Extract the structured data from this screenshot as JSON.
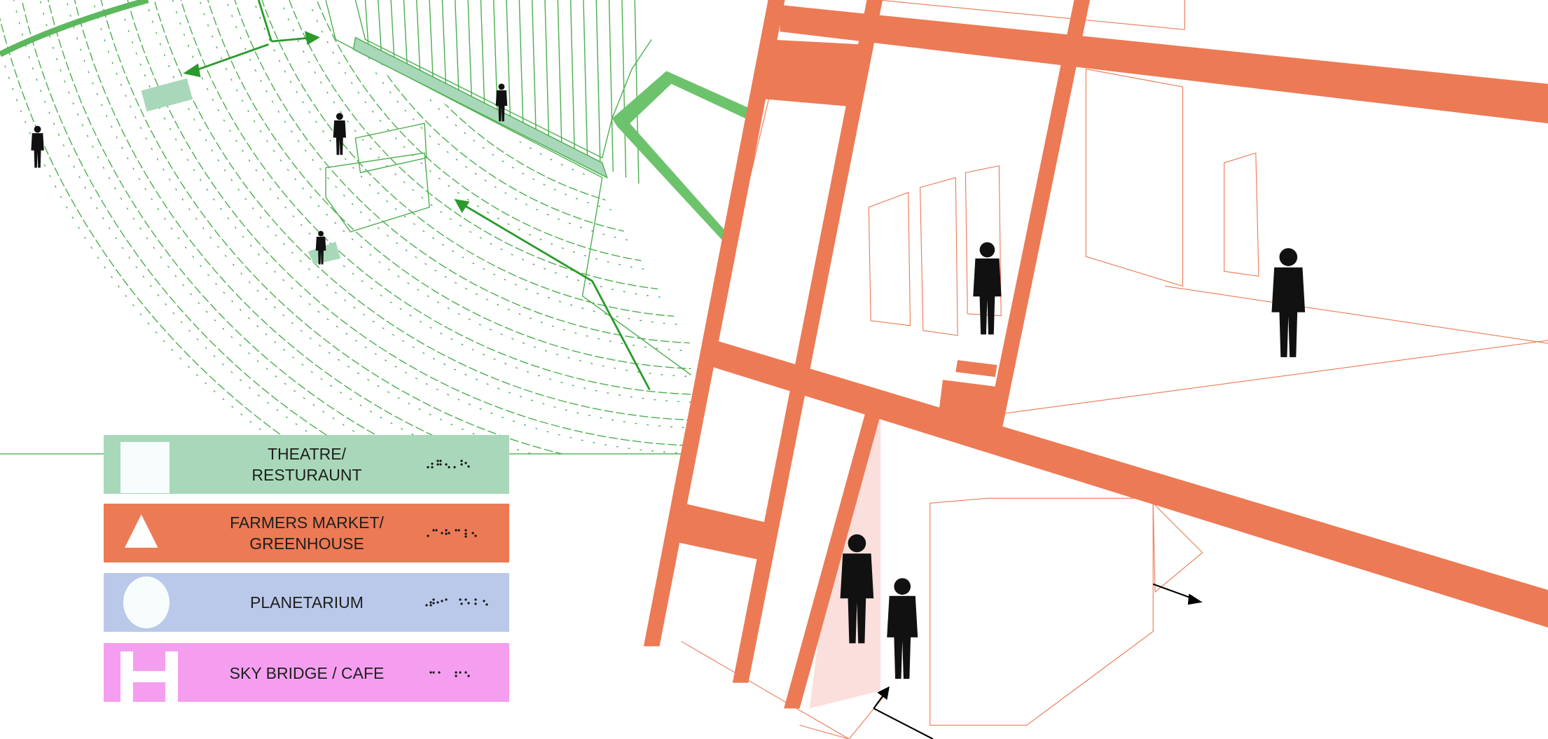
{
  "legend": [
    {
      "label": "THEATRE/\nRESTURAUNT",
      "symbol": "square-icon",
      "color": "#a8d8b9"
    },
    {
      "label": "FARMERS MARKET/\nGREENHOUSE",
      "symbol": "triangle-icon",
      "color": "#ec7a55"
    },
    {
      "label": "PLANETARIUM",
      "symbol": "circle-icon",
      "color": "#bac9ea"
    },
    {
      "label": "SKY BRIDGE / CAFE",
      "symbol": "h-icon",
      "color": "#f59ef0"
    }
  ],
  "colors": {
    "green": "#3aa63a",
    "orange": "#ec7a55",
    "light_green": "#a8d8b9"
  }
}
